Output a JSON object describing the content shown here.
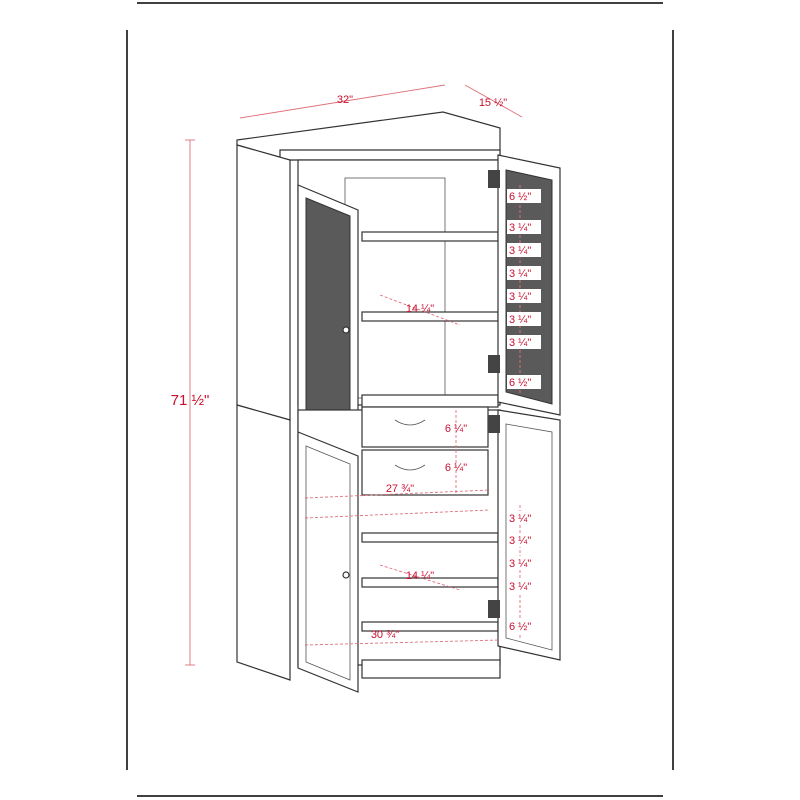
{
  "title": "Cabinet dimensions diagram",
  "colors": {
    "dimension": "#c8102e",
    "line": "#333333",
    "glass": "#5a5a5a"
  },
  "dimensions": {
    "width": "32\"",
    "depth": "15 ½\"",
    "height": "71 ½\"",
    "upper_shelf_depth": "14 ¼\"",
    "drawer_1": "6 ¼\"",
    "drawer_2": "6 ¼\"",
    "interior_width_upper": "27 ¾\"",
    "lower_shelf_depth": "14 ¼\"",
    "interior_width_lower": "30 ¾\"",
    "upper_door_spacing": [
      "6 ½\"",
      "3 ¼\"",
      "3 ¼\"",
      "3 ¼\"",
      "3 ¼\"",
      "3 ¼\"",
      "3 ¼\"",
      "6 ½\""
    ],
    "lower_door_spacing": [
      "3 ¼\"",
      "3 ¼\"",
      "3 ¼\"",
      "3 ¼\"",
      "6 ½\""
    ]
  }
}
